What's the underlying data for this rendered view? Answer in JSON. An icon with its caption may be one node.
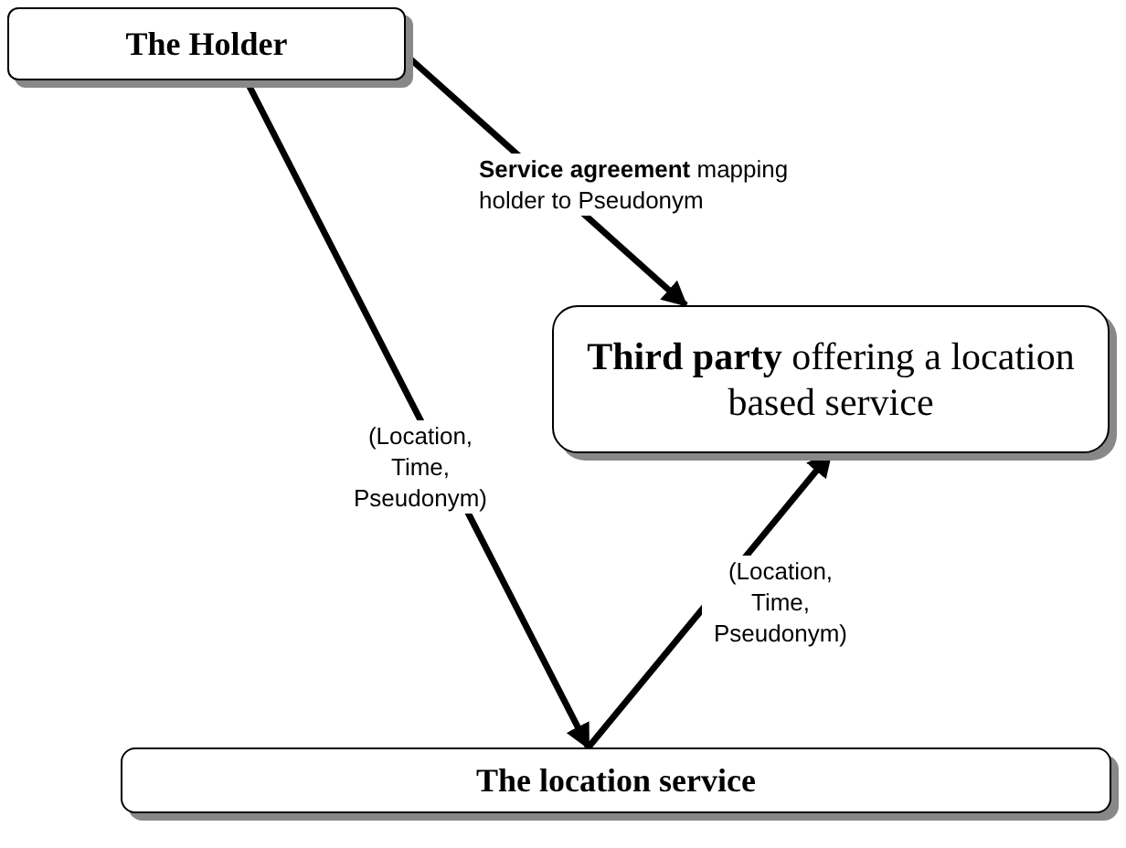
{
  "diagram": {
    "nodes": [
      {
        "text": [
          "The Holder"
        ]
      },
      {
        "text": [
          "**Third party** offering a location based service"
        ]
      },
      {
        "text": [
          "The location service"
        ]
      }
    ],
    "edges": [
      {
        "from": 0,
        "to": 1,
        "arrow": "to",
        "label": "**Service agreement** mapping holder to Pseudonym"
      },
      {
        "from": 0,
        "to": 2,
        "arrow": "to",
        "label": "(Location, Time, Pseudonym)"
      },
      {
        "from": 2,
        "to": 1,
        "arrow": "to",
        "label": "(Location, Time, Pseudonym)"
      }
    ]
  }
}
